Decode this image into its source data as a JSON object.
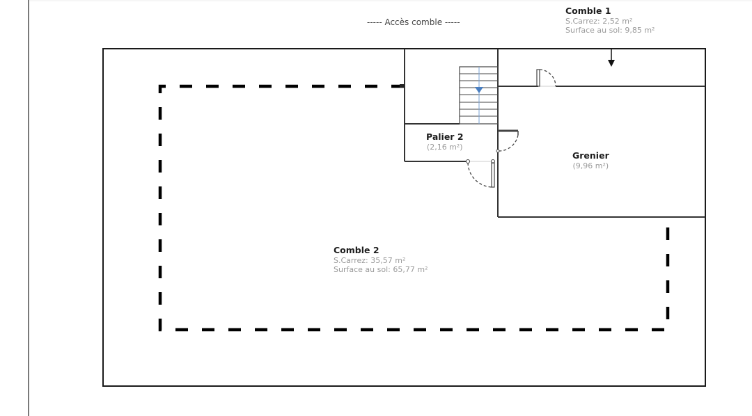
{
  "plan": {
    "access_label": "-----  Accès comble  -----",
    "rooms": {
      "comble1": {
        "name": "Comble 1",
        "carrez": "S.Carrez: 2,52 m²",
        "floor": "Surface au sol: 9,85 m²"
      },
      "palier2": {
        "name": "Palier 2",
        "area": "(2,16 m²)"
      },
      "grenier": {
        "name": "Grenier",
        "area": "(9,96 m²)"
      },
      "comble2": {
        "name": "Comble 2",
        "carrez": "S.Carrez: 35,57 m²",
        "floor": "Surface au sol: 65,77 m²"
      }
    },
    "colors": {
      "wall": "#1a1a1a",
      "stair_arrow": "#4a7fc1",
      "label_gray": "#9a9a9a"
    }
  }
}
